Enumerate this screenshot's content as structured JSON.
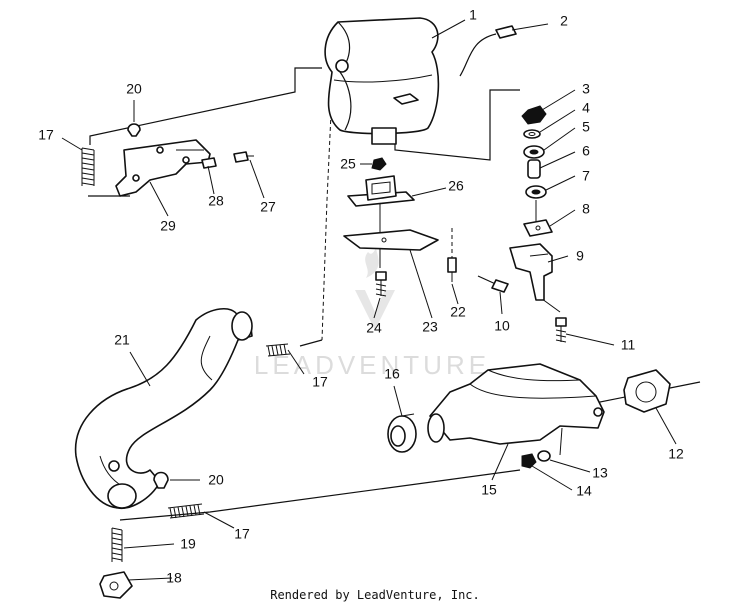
{
  "watermark": "LEADVENTURE",
  "footer": "Rendered by LeadVenture, Inc.",
  "part_labels": [
    "1",
    "2",
    "3",
    "4",
    "5",
    "6",
    "7",
    "8",
    "9",
    "10",
    "11",
    "12",
    "13",
    "14",
    "15",
    "16",
    "17",
    "17",
    "17",
    "18",
    "19",
    "20",
    "20",
    "21",
    "22",
    "23",
    "24",
    "25",
    "26",
    "27",
    "28",
    "29"
  ]
}
